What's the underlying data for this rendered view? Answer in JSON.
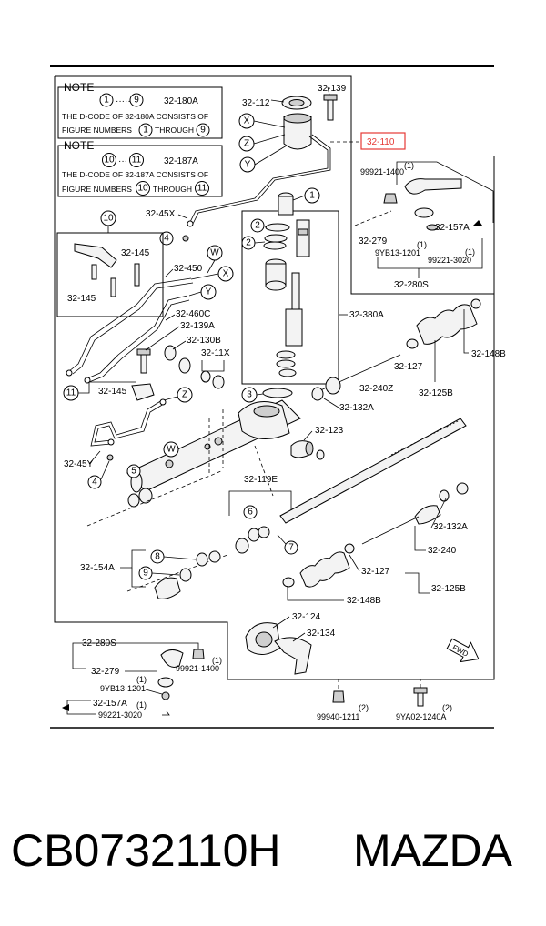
{
  "notes": [
    {
      "title": "NOTE",
      "refs": [
        "1",
        "9",
        "32-180A"
      ],
      "line1": "THE D-CODE OF 32-180A CONSISTS OF",
      "line2_a": "FIGURE NUMBERS",
      "line2_b": "THROUGH"
    },
    {
      "title": "NOTE",
      "refs": [
        "10",
        "11",
        "32-187A"
      ],
      "line1": "THE D-CODE OF 32-187A CONSISTS OF",
      "line2_a": "FIGURE NUMBERS",
      "line2_b": "THROUGH"
    }
  ],
  "highlight": {
    "label": "32-110",
    "color": "#e53935"
  },
  "parts": {
    "p32_139_top": "32-139",
    "p32_112": "32-112",
    "p99921_1400_r": "99921-1400",
    "qty1_a": "(1)",
    "p32_157A_r": "32-157A",
    "p32_279_r": "32-279",
    "p9YB13_1201_r": "9YB13-1201",
    "qty1_b": "(1)",
    "p99221_3020_r": "99221-3020",
    "qty1_c": "(1)",
    "p32_280S_r": "32-280S",
    "p32_45X": "32-45X",
    "p32_145_a": "32-145",
    "p32_145_b": "32-145",
    "p32_450": "32-450",
    "p32_460C": "32-460C",
    "p32_139A": "32-139A",
    "p32_130B": "32-130B",
    "p32_11X": "32-11X",
    "p32_145_c": "32-145",
    "p32_380A": "32-380A",
    "p32_148B_r": "32-148B",
    "p32_127_r": "32-127",
    "p32_125B_r": "32-125B",
    "p32_240Z": "32-240Z",
    "p32_132A_a": "32-132A",
    "p32_123": "32-123",
    "p32_45Y": "32-45Y",
    "p32_119E": "32-119E",
    "p32_132A_b": "32-132A",
    "p32_240": "32-240",
    "p32_154A": "32-154A",
    "p32_127_b": "32-127",
    "p32_125B_b": "32-125B",
    "p32_148B_b": "32-148B",
    "p32_124": "32-124",
    "p32_134": "32-134",
    "p32_280S_l": "32-280S",
    "p99921_1400_l": "99921-1400",
    "qty1_d": "(1)",
    "p32_279_l": "32-279",
    "p9YB13_1201_l": "9YB13-1201",
    "qty1_e": "(1)",
    "p32_157A_l": "32-157A",
    "p99221_3020_l": "99221-3020",
    "qty1_f": "(1)",
    "p99940_1211": "99940-1211",
    "qty2_a": "(2)",
    "p9YA02_1240A": "9YA02-1240A",
    "qty2_b": "(2)",
    "fwd": "FWD"
  },
  "callouts": {
    "c1a": "1",
    "c1b": "1",
    "c2a": "2",
    "c2b": "2",
    "c3": "3",
    "c4a": "4",
    "c4b": "4",
    "c5": "5",
    "c6": "6",
    "c7": "7",
    "c8": "8",
    "c9": "9",
    "c10": "10",
    "c11a": "11",
    "cX1": "X",
    "cZ1": "Z",
    "cY1": "Y",
    "cW1": "W",
    "cX2": "X",
    "cY2": "Y",
    "cZ2": "Z",
    "cW2": "W"
  },
  "caption": {
    "part_number": "CB0732110H",
    "brand": "MAZDA"
  }
}
